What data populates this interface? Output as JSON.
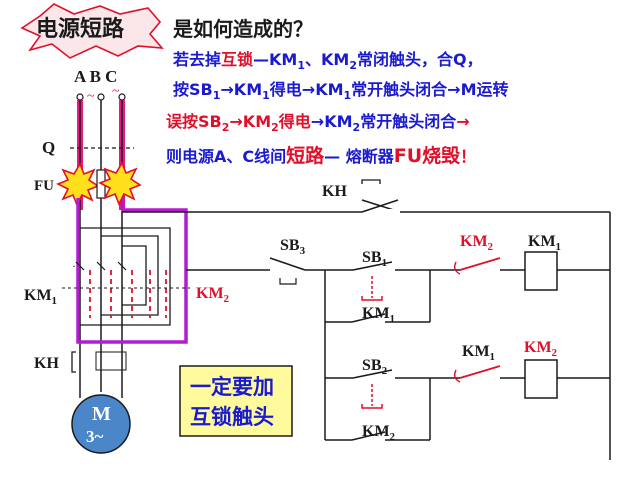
{
  "title": {
    "part1": "电源短路",
    "part2": "是如何造成的？"
  },
  "explanation": {
    "line1": {
      "a": "若去掉",
      "b": "互锁",
      "c": "—KM",
      "s1": "1",
      "d": "、KM",
      "s2": "2",
      "e": "常闭触头，合Q，"
    },
    "line2": {
      "a": "按SB",
      "s1": "1",
      "b": "→KM",
      "s2": "1",
      "c": "得电→KM",
      "s3": "1",
      "d": "常开触头闭合→M运转"
    },
    "line3": {
      "a": "误按SB",
      "s1": "2",
      "b": "→KM",
      "s2": "2",
      "c": "得电",
      "d": "→KM",
      "s3": "2",
      "e": "常开触头闭合",
      "f": "→"
    },
    "line4": {
      "a": "则电源A、C线间",
      "b": "短路",
      "c": "— 熔断器",
      "d": "FU烧毁",
      "e": "！"
    }
  },
  "labels": {
    "phases": "A B  C",
    "q": "Q",
    "fu": "FU",
    "km1_left": "KM",
    "km1_left_sub": "1",
    "km2_mid": "KM",
    "km2_mid_sub": "2",
    "kh_left": "KH",
    "motor_m": "M",
    "motor_3": "3~",
    "kh_top": "KH",
    "sb3": "SB",
    "sb3_sub": "3",
    "sb1": "SB",
    "sb1_sub": "1",
    "km1_hold": "KM",
    "km1_hold_sub": "1",
    "sb2": "SB",
    "sb2_sub": "2",
    "km2_hold": "KM",
    "km2_hold_sub": "2",
    "km2_nc": "KM",
    "km2_nc_sub": "2",
    "km1_coil": "KM",
    "km1_coil_sub": "1",
    "km1_nc": "KM",
    "km1_nc_sub": "1",
    "km2_coil": "KM",
    "km2_coil_sub": "2"
  },
  "note": {
    "line1": "一定要加",
    "line2": "互锁触头"
  },
  "colors": {
    "wire": "#1a1a1a",
    "text_blue": "#1a1ad0",
    "accent_red": "#e0102a",
    "phase_pink": "#e6197e",
    "loop_purple": "#b31bd1",
    "fuse_burst": "#ffe01a",
    "motor_fill": "#4a86c8",
    "note_bg": "#fffb9c"
  }
}
